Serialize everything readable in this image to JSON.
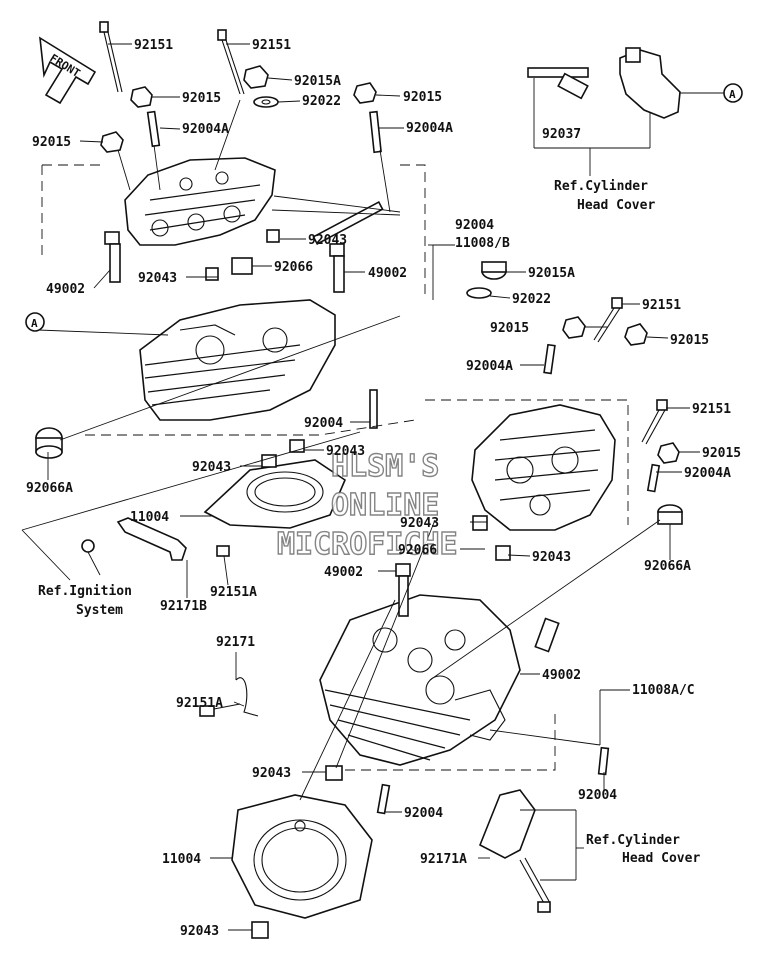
{
  "front_label": "FRONT",
  "callout_a": "A",
  "watermark": [
    "HLSM'S",
    "ONLINE",
    "MICROFICHE"
  ],
  "labels": {
    "l92151_top1": "92151",
    "l92151_top2": "92151",
    "l92015A_top": "92015A",
    "l92015_top1": "92015",
    "l92022_top": "92022",
    "l92015_top2": "92015",
    "l92004A_top1": "92004A",
    "l92004A_top2": "92004A",
    "l92015_left": "92015",
    "l92037": "92037",
    "l92004_right": "92004",
    "l11008B": "11008/B",
    "l92043_mid1": "92043",
    "l92043_mid2": "92043",
    "l92066": "92066",
    "l49002_mid": "49002",
    "l49002_left": "49002",
    "l92015A_r": "92015A",
    "l92022_r": "92022",
    "l92151_r1": "92151",
    "l92015_r1": "92015",
    "l92015_r2": "92015",
    "l92004A_r1": "92004A",
    "l92151_r2": "92151",
    "l92015_r3": "92015",
    "l92004A_r2": "92004A",
    "l92004_mid": "92004",
    "l92043_lo1": "92043",
    "l92043_lo2": "92043",
    "l92066A_left": "92066A",
    "l11004_top": "11004",
    "l92043_lo3": "92043",
    "l92066_lo": "92066",
    "l92043_lo4": "92043",
    "l92066A_r": "92066A",
    "l49002_lo": "49002",
    "l92151A_1": "92151A",
    "l92171B": "92171B",
    "l92171": "92171",
    "l49002_lo2": "49002",
    "l11008AC": "11008A/C",
    "l92151A_2": "92151A",
    "l92043_bot1": "92043",
    "l92004_bot1": "92004",
    "l92004_bot2": "92004",
    "l11004_bot": "11004",
    "l92171A": "92171A",
    "l92043_bot2": "92043"
  },
  "refs": {
    "cyl_head_cover_1": [
      "Ref.Cylinder",
      "Head Cover"
    ],
    "ignition": [
      "Ref.Ignition",
      "System"
    ],
    "cyl_head_cover_2": [
      "Ref.Cylinder",
      "Head Cover"
    ]
  }
}
